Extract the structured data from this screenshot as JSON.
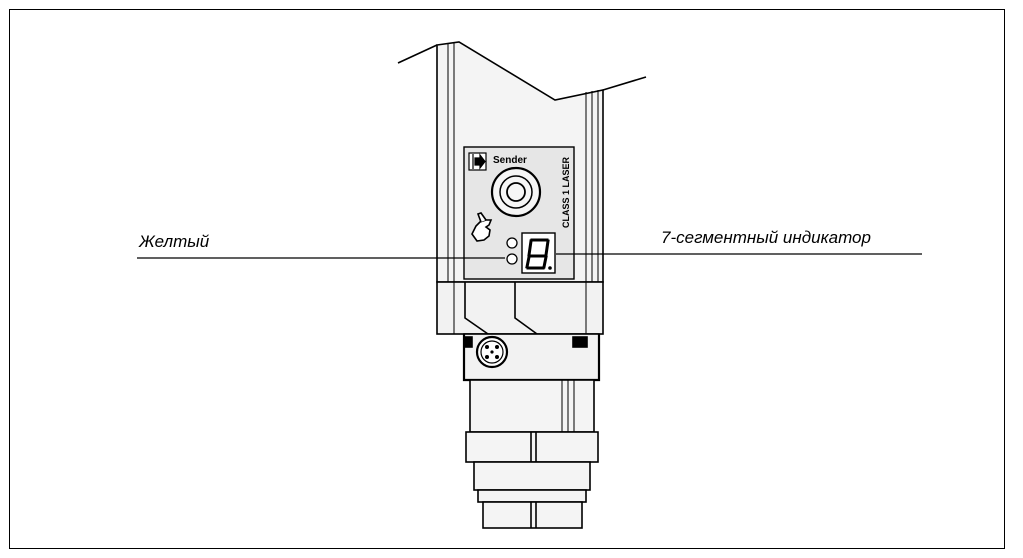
{
  "labels": {
    "left_callout": "Желтый",
    "right_callout": "7-сегментный индикатор"
  },
  "device": {
    "sender_label": "Sender",
    "laser_class_label": "CLASS 1 LASER",
    "display_digit": "8"
  },
  "colors": {
    "panel_fill": "#e8e8e8",
    "body_fill": "#f2f2f2",
    "outline": "#000000",
    "background": "#ffffff"
  }
}
